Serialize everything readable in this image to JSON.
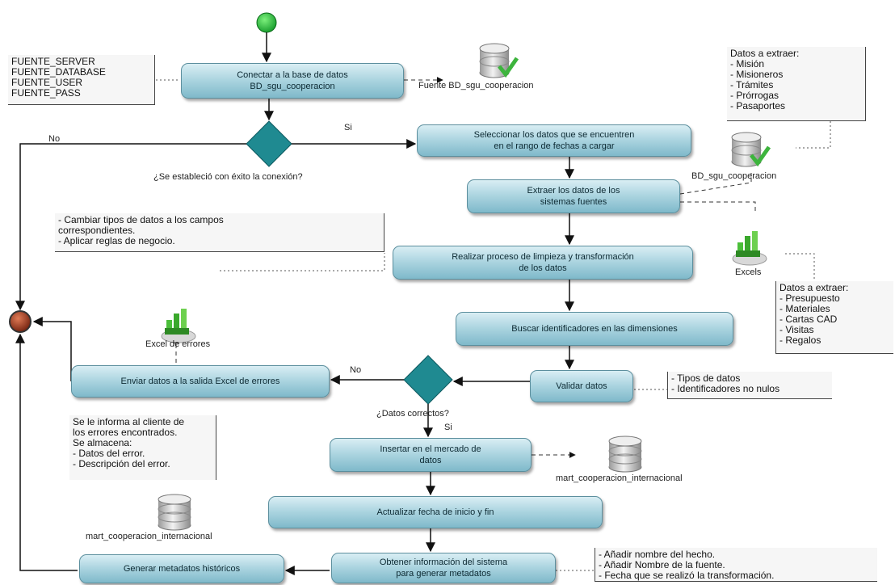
{
  "steps": {
    "connect": "Conectar a la base de datos\nBD_sgu_cooperacion",
    "select": "Seleccionar los datos que se encuentren\nen el rango de fechas a cargar",
    "extract": "Extraer los datos de los\nsistemas fuentes",
    "clean": "Realizar proceso de limpieza y transformación\nde los datos",
    "search": "Buscar identificadores en las dimensiones",
    "validate": "Validar datos",
    "send_errors": "Enviar datos a la salida Excel de errores",
    "insert": "Insertar en el mercado de\ndatos",
    "update": "Actualizar fecha de inicio y fin",
    "obtain": "Obtener información del sistema\npara generar metadatos",
    "generate": "Generar metadatos históricos"
  },
  "decisions": {
    "connection": "¿Se estableció con éxito la conexión?",
    "data_ok": "¿Datos correctos?"
  },
  "edge_labels": {
    "si1": "Si",
    "no1": "No",
    "si2": "Si",
    "no2": "No"
  },
  "resources": {
    "source_db": "Fuente BD_sgu_cooperacion",
    "db_right": "BD_sgu_cooperacion",
    "excels": "Excels",
    "excel_errors": "Excel de errores",
    "mart_right": "mart_cooperacion_internacional",
    "mart_left": "mart_cooperacion_internacional"
  },
  "notes": {
    "params": "FUENTE_SERVER\nFUENTE_DATABASE\nFUENTE_USER\nFUENTE_PASS",
    "extract_top": "Datos a extraer:\n- Misión\n- Misioneros\n- Trámites\n- Prórrogas\n- Pasaportes",
    "extract_bottom": "Datos a extraer:\n- Presupuesto\n- Materiales\n- Cartas CAD\n- Visitas\n- Regalos",
    "transform": "- Cambiar tipos de datos a los campos\ncorrespondientes.\n- Aplicar reglas de negocio.",
    "validation": "- Tipos de datos\n- Identificadores no nulos",
    "errors": "Se le informa al cliente de\nlos errores encontrados.\nSe almacena:\n- Datos del error.\n- Descripción del error.",
    "metadata": "- Añadir nombre del hecho.\n- Añadir Nombre de la fuente.\n- Fecha que se realizó la transformación."
  },
  "colors": {
    "start": "#22c43a",
    "end": "#8a2a14",
    "decision": "#1f8a91",
    "box_border": "#5c8f9e"
  }
}
